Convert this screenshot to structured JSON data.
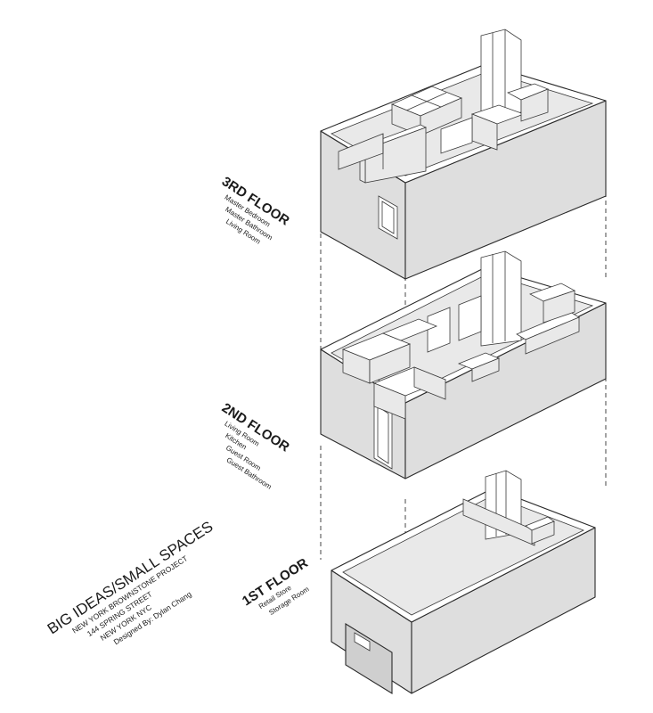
{
  "project": {
    "title": "BIG IDEAS/SMALL SPACES",
    "lines": [
      "NEW YORK BROWNSTONE PROJECT",
      "144 SPRING STREET",
      "NEW YORK NYC",
      "Designed By: Dylan Chang"
    ]
  },
  "floors": [
    {
      "title": "3RD FLOOR",
      "rooms": [
        "Master Bedroom",
        "Master Bathroom",
        "Living Room"
      ]
    },
    {
      "title": "2ND FLOOR",
      "rooms": [
        "Living Room",
        "Kitchen",
        "Guest Room",
        "Guest Bathroom"
      ]
    },
    {
      "title": "1ST FLOOR",
      "rooms": [
        "Retail Store",
        "Storage Room"
      ]
    }
  ]
}
